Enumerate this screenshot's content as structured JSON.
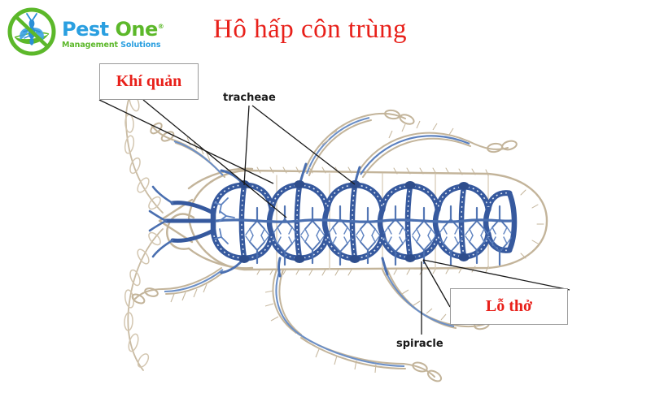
{
  "logo": {
    "name": "Pest One",
    "word_pest": "Pest",
    "word_one": "One",
    "registered_mark": "®",
    "tagline_first": "Management",
    "tagline_second": "Solutions",
    "mark_icon": "pest-control-leaf-insect-icon",
    "colors": {
      "blue": "#2a9fe0",
      "green": "#5cb82a"
    }
  },
  "title": {
    "text": "Hô hấp côn trùng",
    "color": "#e8201a"
  },
  "diagram": {
    "subject": "insect-respiratory-system",
    "description": "Dorsal view of a cockroach-like insect showing the blue tracheal network over a tan body outline",
    "colors": {
      "trachea_blue": "#36599e",
      "trachea_blue_light": "#6b8fc7",
      "body_tan": "#c3b49a",
      "body_tan_light": "#d8cdb8",
      "leader_line": "#1a1a1a",
      "box_border": "#9a9a9a"
    },
    "callouts": [
      {
        "id": "khi-quan",
        "text": "Khí quản",
        "language": "vi",
        "style": "boxed-red",
        "points_to": "tracheae"
      },
      {
        "id": "lo-tho",
        "text": "Lỗ thở",
        "language": "vi",
        "style": "boxed-red",
        "points_to": "spiracle"
      }
    ],
    "labels": [
      {
        "id": "tracheae",
        "text": "tracheae",
        "language": "en",
        "style": "plain-black"
      },
      {
        "id": "spiracle",
        "text": "spiracle",
        "language": "en",
        "style": "plain-black"
      }
    ]
  }
}
